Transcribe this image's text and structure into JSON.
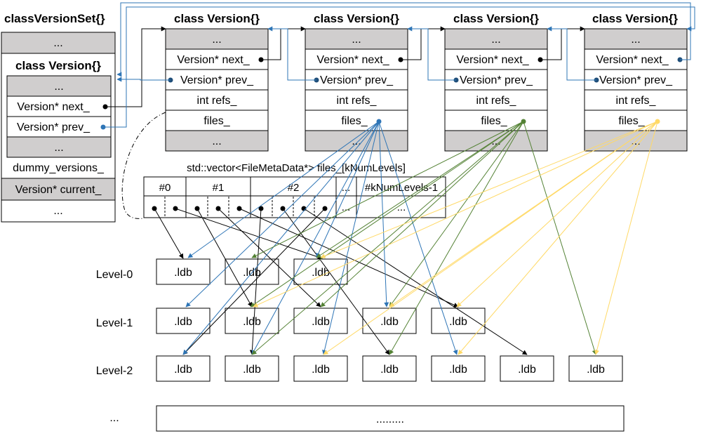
{
  "version_set": {
    "title": "classVersionSet{}",
    "top_ellipsis": "...",
    "inner_title": "class Version{}",
    "inner_rows": [
      "...",
      "Version* next_",
      "Version* prev_",
      "..."
    ],
    "dummy_label": "dummy_versions_",
    "current_label": "Version* current_",
    "bottom_ellipsis": "..."
  },
  "versions": [
    {
      "title": "class Version{}",
      "rows": [
        "...",
        "Version* next_",
        "Version* prev_",
        "int refs_",
        "files_",
        "..."
      ]
    },
    {
      "title": "class Version{}",
      "rows": [
        "...",
        "Version* next_",
        "Version* prev_",
        "int refs_",
        "files_",
        "..."
      ]
    },
    {
      "title": "class Version{}",
      "rows": [
        "...",
        "Version* next_",
        "Version* prev_",
        "int refs_",
        "files_",
        "..."
      ]
    },
    {
      "title": "class Version{}",
      "rows": [
        "...",
        "Version* next_",
        "Version* prev_",
        "int refs_",
        "files_",
        "..."
      ]
    }
  ],
  "files_vector": {
    "label": "std::vector<FileMetaData*> files_[kNumLevels]",
    "headers": [
      "#0",
      "#1",
      "#2",
      "...",
      "#kNumLevels-1"
    ],
    "tail_ellipsis": "..."
  },
  "levels": [
    {
      "label": "Level-0",
      "files": [
        ".ldb",
        ".ldb",
        ".ldb"
      ]
    },
    {
      "label": "Level-1",
      "files": [
        ".ldb",
        ".ldb",
        ".ldb",
        ".ldb",
        ".ldb"
      ]
    },
    {
      "label": "Level-2",
      "files": [
        ".ldb",
        ".ldb",
        ".ldb",
        ".ldb",
        ".ldb",
        ".ldb",
        ".ldb"
      ]
    }
  ],
  "more_levels": {
    "label": "...",
    "content": "........."
  },
  "colors": {
    "black": "#000000",
    "blue": "#2e75b6",
    "green": "#548235",
    "yellow": "#ffd966",
    "grey": "#d0cece"
  }
}
